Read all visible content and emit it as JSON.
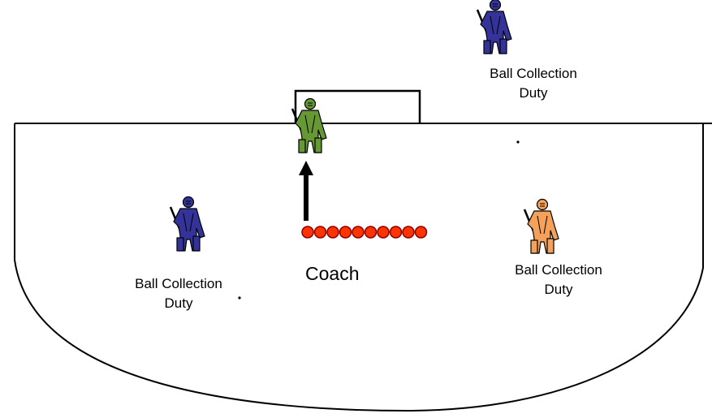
{
  "labels": {
    "top_right": [
      "Ball Collection",
      "Duty"
    ],
    "left": [
      "Ball Collection",
      "Duty"
    ],
    "right": [
      "Ball Collection",
      "Duty"
    ],
    "coach": "Coach"
  },
  "players": [
    {
      "role": "goalkeeper",
      "color": "#669933"
    },
    {
      "role": "ball-collector-top-right",
      "color": "#333399"
    },
    {
      "role": "ball-collector-left",
      "color": "#333399"
    },
    {
      "role": "ball-collector-right",
      "color": "#f5a15a"
    }
  ],
  "balls": {
    "count": 10,
    "color": "#ff3300"
  },
  "colors": {
    "line": "#000000",
    "ball_outline": "#8b0000"
  }
}
